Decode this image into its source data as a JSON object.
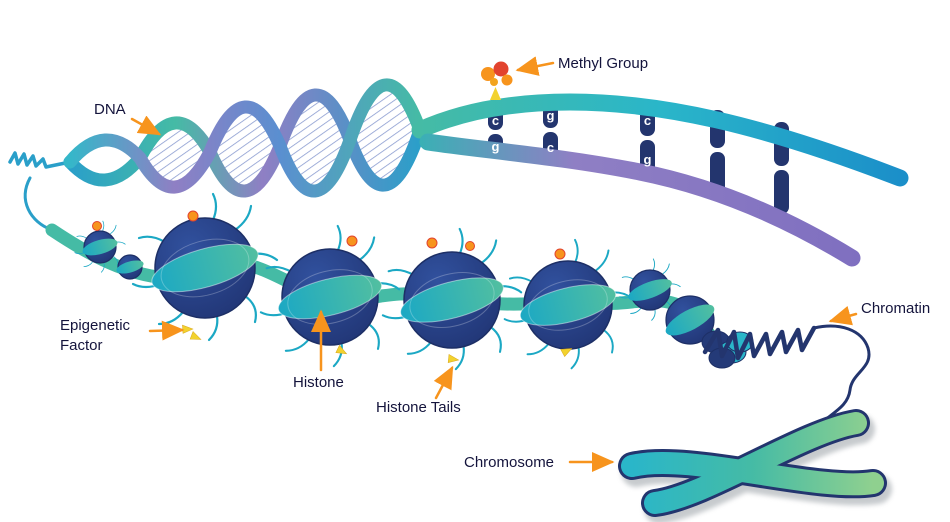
{
  "diagram": {
    "background": "#ffffff",
    "labels": {
      "dna": "DNA",
      "methyl_group": "Methyl Group",
      "epigenetic_factor_line1": "Epigenetic",
      "epigenetic_factor_line2": "Factor",
      "histone": "Histone",
      "histone_tails": "Histone Tails",
      "chromatin": "Chromatin",
      "chromosome": "Chromosome"
    },
    "base_pairs": [
      {
        "top": "c",
        "bottom": "g"
      },
      {
        "top": "g",
        "bottom": "c"
      },
      {
        "top": "c",
        "bottom": "g"
      }
    ],
    "colors": {
      "navy": "#23356e",
      "teal": "#1ba8c4",
      "green": "#45bba5",
      "purple": "#8f7fc4",
      "blue": "#2a7fc1",
      "orange": "#f7941d",
      "red": "#e2432e",
      "yellow": "#f2d22e",
      "label_text": "#14143c"
    }
  }
}
